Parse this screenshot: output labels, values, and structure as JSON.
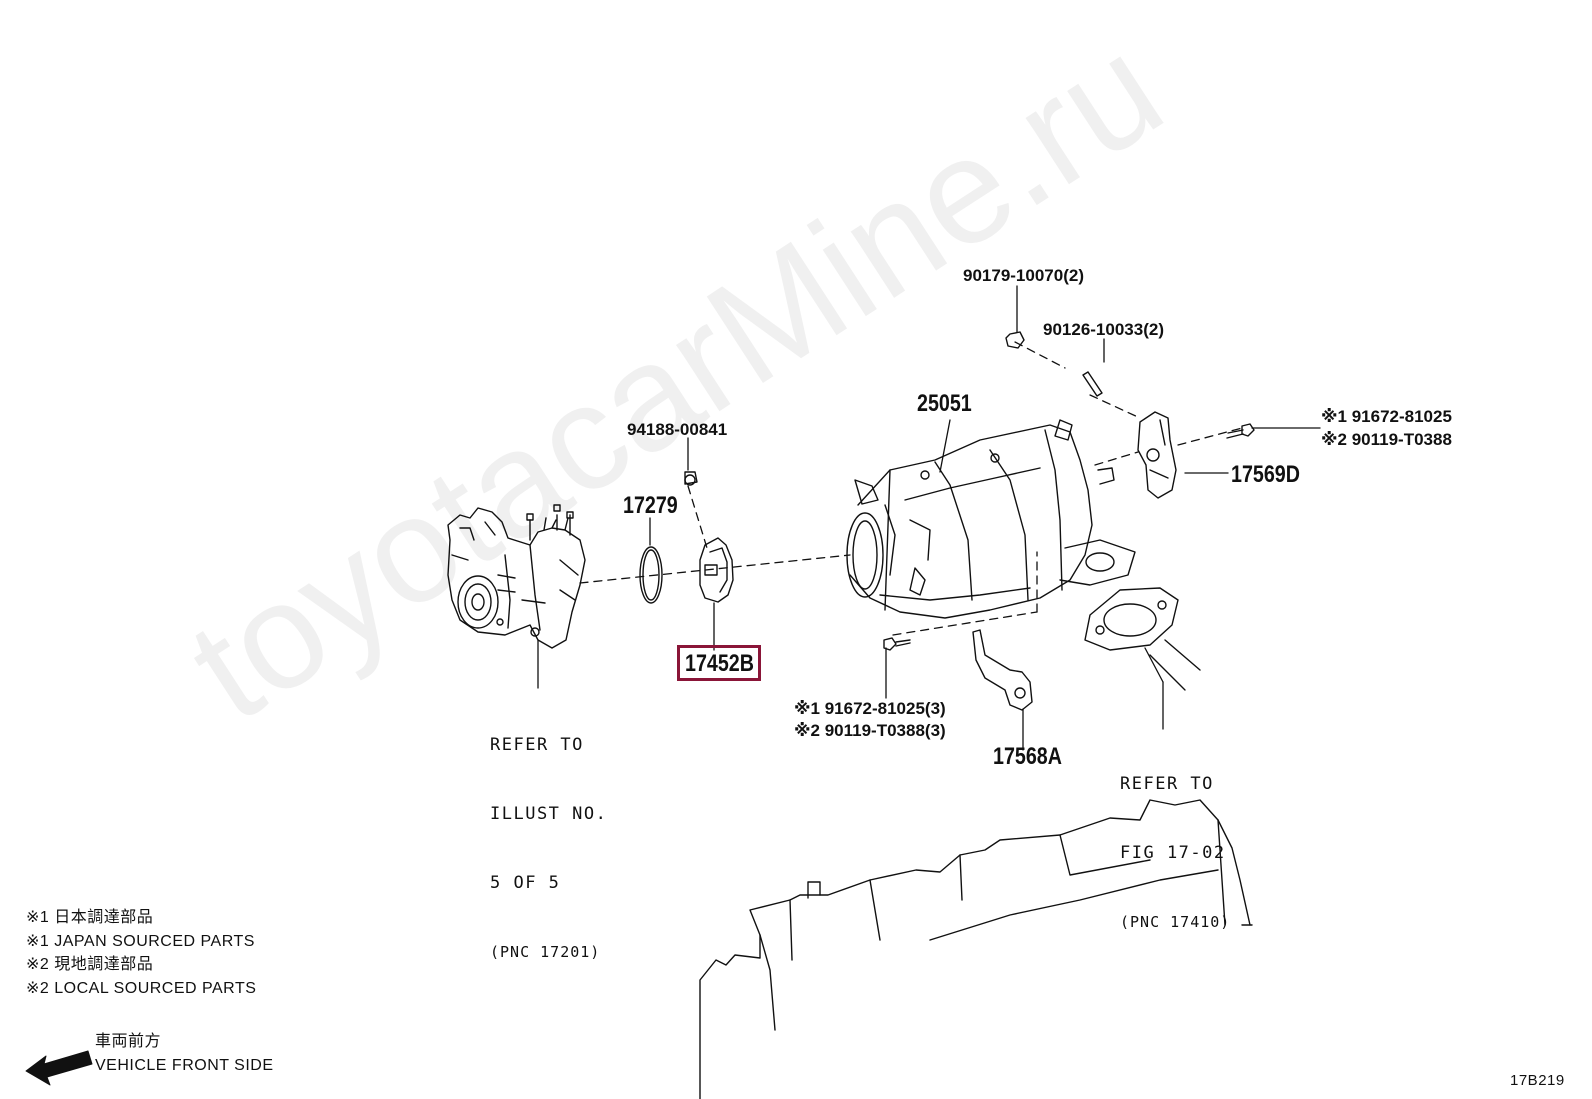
{
  "watermark": "toyotacarMine.ru",
  "highlight_color": "#8a1538",
  "parts": {
    "p90179": "90179-10070(2)",
    "p90126": "90126-10033(2)",
    "p94188": "94188-00841",
    "p25051": "25051",
    "p17279": "17279",
    "p17452B": "17452B",
    "p17569D": "17569D",
    "p17568A": "17568A",
    "right_bolt_1": "※1 91672-81025",
    "right_bolt_2": "※2 90119-T0388",
    "lower_bolt_1": "※1 91672-81025(3)",
    "lower_bolt_2": "※2 90119-T0388(3)"
  },
  "refer_left": {
    "line1": "REFER TO",
    "line2": "ILLUST NO.",
    "line3": "5 OF 5",
    "line4": "(PNC 17201)"
  },
  "refer_right": {
    "line1": "REFER TO",
    "line2": "FIG 17-02",
    "line3": "(PNC 17410)"
  },
  "legend": {
    "line1": "※1 日本調達部品",
    "line2": "※1 JAPAN SOURCED PARTS",
    "line3": "※2 現地調達部品",
    "line4": "※2 LOCAL SOURCED PARTS"
  },
  "front_arrow": {
    "jp": "車両前方",
    "en": "VEHICLE FRONT SIDE"
  },
  "figure_id": "17B219"
}
